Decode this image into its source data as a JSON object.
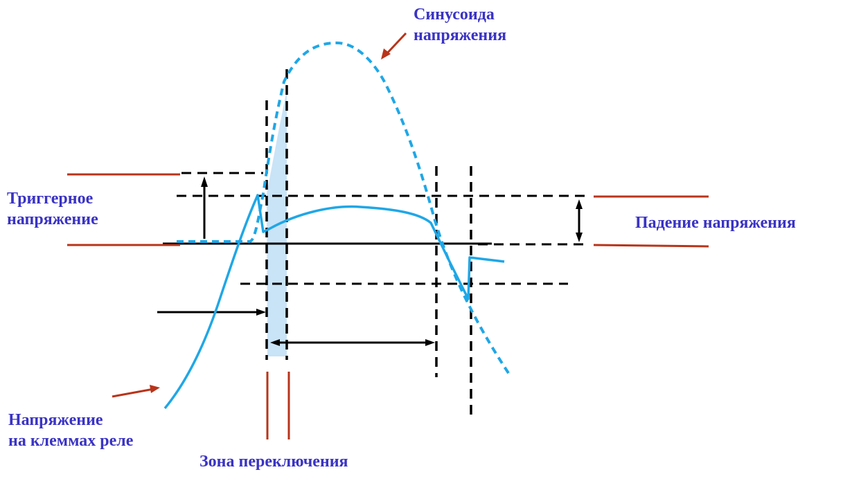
{
  "labels": {
    "sine_wave": [
      "Синусоида",
      "напряжения"
    ],
    "trigger_voltage": [
      "Триггерное",
      "напряжение"
    ],
    "voltage_drop": "Падение напряжения",
    "relay_terminal_voltage": [
      "Напряжение",
      "на клеммах реле"
    ],
    "switching_zone": "Зона переключения"
  },
  "colors": {
    "curve": "#1fa7e6",
    "zone_fill": "#c9e3f7",
    "guide": "#000000",
    "pointer": "#b8341a",
    "label": "#3a33c4"
  }
}
